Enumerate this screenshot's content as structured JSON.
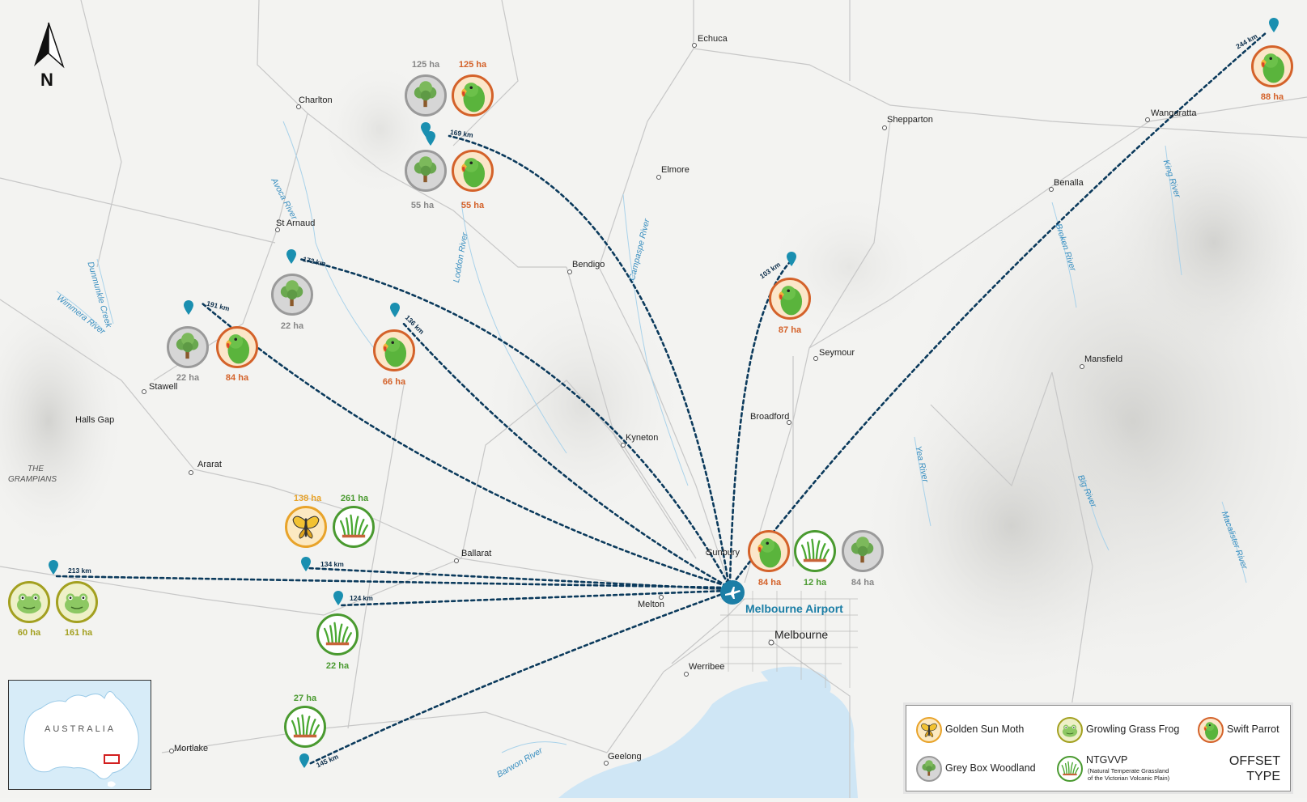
{
  "north": {
    "label": "N"
  },
  "airport": {
    "label": "Melbourne Airport"
  },
  "city": {
    "label": "Melbourne"
  },
  "places": [
    {
      "id": "echuca",
      "label": "Echuca"
    },
    {
      "id": "charlton",
      "label": "Charlton"
    },
    {
      "id": "shepparton",
      "label": "Shepparton"
    },
    {
      "id": "wangaratta",
      "label": "Wangaratta"
    },
    {
      "id": "elmore",
      "label": "Elmore"
    },
    {
      "id": "benalla",
      "label": "Benalla"
    },
    {
      "id": "st-arnaud",
      "label": "St Arnaud"
    },
    {
      "id": "bendigo",
      "label": "Bendigo"
    },
    {
      "id": "seymour",
      "label": "Seymour"
    },
    {
      "id": "mansfield",
      "label": "Mansfield"
    },
    {
      "id": "stawell",
      "label": "Stawell"
    },
    {
      "id": "broadford",
      "label": "Broadford"
    },
    {
      "id": "halls-gap",
      "label": "Halls Gap"
    },
    {
      "id": "kyneton",
      "label": "Kyneton"
    },
    {
      "id": "ararat",
      "label": "Ararat"
    },
    {
      "id": "ballarat",
      "label": "Ballarat"
    },
    {
      "id": "sunbury",
      "label": "Sunbury"
    },
    {
      "id": "melton",
      "label": "Melton"
    },
    {
      "id": "werribee",
      "label": "Werribee"
    },
    {
      "id": "geelong",
      "label": "Geelong"
    },
    {
      "id": "mortlake",
      "label": "Mortlake"
    },
    {
      "id": "grampians-1",
      "label": "THE"
    },
    {
      "id": "grampians-2",
      "label": "GRAMPIANS"
    }
  ],
  "rivers": [
    {
      "id": "avoca",
      "label": "Avoca River"
    },
    {
      "id": "loddon",
      "label": "Loddon River"
    },
    {
      "id": "campaspe",
      "label": "Campaspe River"
    },
    {
      "id": "king",
      "label": "King River"
    },
    {
      "id": "broken",
      "label": "Broken River"
    },
    {
      "id": "dunmunkle",
      "label": "Dunmunkle Creek"
    },
    {
      "id": "wimmera",
      "label": "Wimmera River"
    },
    {
      "id": "yea",
      "label": "Yea River"
    },
    {
      "id": "big",
      "label": "Big River"
    },
    {
      "id": "macalister",
      "label": "Macalister River"
    },
    {
      "id": "barwon",
      "label": "Barwon River"
    }
  ],
  "routes": [
    {
      "id": "r244",
      "label": "244 km"
    },
    {
      "id": "r169",
      "label": "169 km"
    },
    {
      "id": "r172",
      "label": "172 km"
    },
    {
      "id": "r103",
      "label": "103 km"
    },
    {
      "id": "r191",
      "label": "191 km"
    },
    {
      "id": "r136",
      "label": "136 km"
    },
    {
      "id": "r213",
      "label": "213 km"
    },
    {
      "id": "r134",
      "label": "134 km"
    },
    {
      "id": "r124",
      "label": "124 km"
    },
    {
      "id": "r145",
      "label": "145 km"
    }
  ],
  "offsets": [
    {
      "id": "o1",
      "type": "Grey Box Woodland",
      "area": "125 ha"
    },
    {
      "id": "o2",
      "type": "Swift Parrot",
      "area": "125 ha"
    },
    {
      "id": "o3",
      "type": "Grey Box Woodland",
      "area": "55 ha"
    },
    {
      "id": "o4",
      "type": "Swift Parrot",
      "area": "55 ha"
    },
    {
      "id": "o5",
      "type": "Swift Parrot",
      "area": "88 ha"
    },
    {
      "id": "o6",
      "type": "Grey Box Woodland",
      "area": "22 ha"
    },
    {
      "id": "o7",
      "type": "Swift Parrot",
      "area": "87 ha"
    },
    {
      "id": "o8",
      "type": "Grey Box Woodland",
      "area": "22 ha"
    },
    {
      "id": "o9",
      "type": "Swift Parrot",
      "area": "84 ha"
    },
    {
      "id": "o10",
      "type": "Swift Parrot",
      "area": "66 ha"
    },
    {
      "id": "o11",
      "type": "Golden Sun Moth",
      "area": "138 ha"
    },
    {
      "id": "o12",
      "type": "NTGVVP",
      "area": "261 ha"
    },
    {
      "id": "o13",
      "type": "Swift Parrot",
      "area": "84 ha"
    },
    {
      "id": "o14",
      "type": "NTGVVP",
      "area": "12 ha"
    },
    {
      "id": "o15",
      "type": "Grey Box Woodland",
      "area": "84 ha"
    },
    {
      "id": "o16",
      "type": "Growling Grass Frog",
      "area": "60 ha"
    },
    {
      "id": "o17",
      "type": "Growling Grass Frog",
      "area": "161 ha"
    },
    {
      "id": "o18",
      "type": "NTGVVP",
      "area": "22 ha"
    },
    {
      "id": "o19",
      "type": "NTGVVP",
      "area": "27 ha"
    }
  ],
  "inset": {
    "label": "AUSTRALIA"
  },
  "legend": {
    "moth": "Golden Sun Moth",
    "frog": "Growling Grass Frog",
    "parrot": "Swift Parrot",
    "woodland": "Grey Box Woodland",
    "ntgvvp": "NTGVVP",
    "ntgvvp_sub1": "(Natural Temperate Grassland",
    "ntgvvp_sub2": "of the Victorian Volcanic Plain)",
    "title_1": "OFFSET",
    "title_2": "TYPE"
  },
  "colors": {
    "route": "#0b3a5c",
    "airport": "#1b7ea6",
    "parrot_ring": "#d4622a",
    "grass_ring": "#4a9a30",
    "moth_ring": "#e8a32a",
    "frog_ring": "#a3a020",
    "tree_ring": "#9a9a9a"
  }
}
